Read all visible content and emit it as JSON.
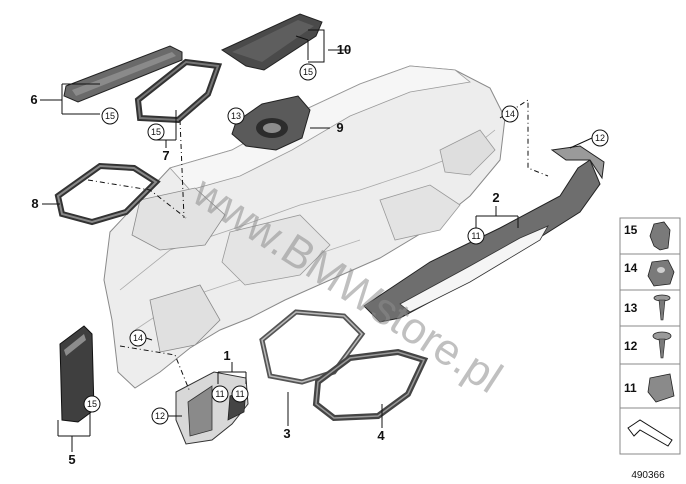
{
  "diagram": {
    "part_labels": [
      "1",
      "2",
      "3",
      "4",
      "5",
      "6",
      "7",
      "8",
      "9",
      "10"
    ],
    "callouts": {
      "c11_a": "11",
      "c11_b": "11",
      "c11_c": "11",
      "c12_a": "12",
      "c12_b": "12",
      "c13": "13",
      "c14_a": "14",
      "c14_b": "14",
      "c15_a": "15",
      "c15_b": "15",
      "c15_c": "15",
      "c15_d": "15"
    },
    "side_panel": [
      "15",
      "14",
      "13",
      "12",
      "11"
    ],
    "watermark": "www.BMWstore.pl",
    "part_number": "490366"
  }
}
